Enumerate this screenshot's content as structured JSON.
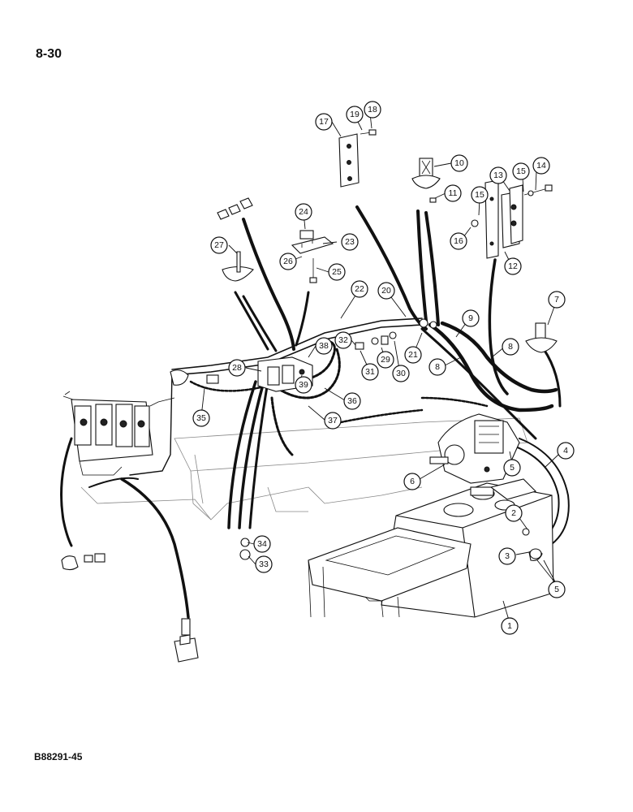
{
  "page": {
    "number": "8-30",
    "figure_code": "B88291-45"
  },
  "callouts": [
    "1",
    "2",
    "3",
    "4",
    "5",
    "5",
    "6",
    "7",
    "8",
    "8",
    "9",
    "10",
    "11",
    "12",
    "13",
    "14",
    "15",
    "15",
    "16",
    "17",
    "18",
    "19",
    "20",
    "21",
    "22",
    "23",
    "24",
    "25",
    "26",
    "27",
    "28",
    "29",
    "30",
    "31",
    "32",
    "33",
    "34",
    "35",
    "36",
    "37",
    "38",
    "39"
  ]
}
